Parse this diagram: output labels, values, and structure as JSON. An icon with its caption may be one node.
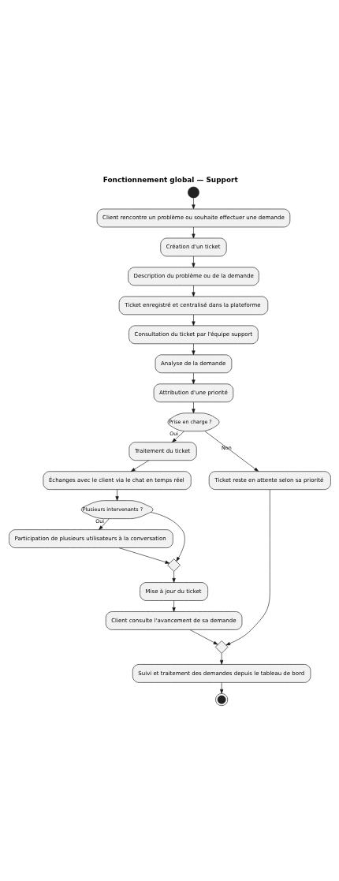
{
  "diagram": {
    "title": "Fonctionnement global — Support",
    "nodes": [
      {
        "text": [],
        "shape": "circle"
      },
      {
        "text": [
          "Client rencontre un problème ou souhaite effectuer une demande"
        ]
      },
      {
        "text": [
          "Création d'un ticket"
        ]
      },
      {
        "text": [
          "Description du problème ou de la demande"
        ]
      },
      {
        "text": [
          "Ticket enregistré et centralisé dans la plateforme"
        ]
      },
      {
        "text": [
          "Consultation du ticket par l'équipe support"
        ]
      },
      {
        "text": [
          "Analyse de la demande"
        ]
      },
      {
        "text": [
          "Attribution d'une priorité"
        ]
      },
      {
        "text": [
          "Prise en charge ?"
        ]
      },
      {
        "text": [
          "Traitement du ticket"
        ]
      },
      {
        "text": [
          "Ticket reste en attente selon sa priorité"
        ]
      },
      {
        "text": [
          "Échanges avec le client via le chat en temps réel"
        ]
      },
      {
        "text": [
          "Plusieurs intervenants ?"
        ]
      },
      {
        "text": [
          "Participation de plusieurs utilisateurs à la conversation"
        ]
      },
      {
        "text": [],
        "shape": "diamond"
      },
      {
        "text": [
          "Mise à jour du ticket"
        ]
      },
      {
        "text": [
          "Client consulte l'avancement de sa demande"
        ]
      },
      {
        "text": [],
        "shape": "diamond"
      },
      {
        "text": [
          "Suivi et traitement des demandes depuis le tableau de bord"
        ]
      },
      {
        "text": [],
        "shape": "circle"
      }
    ],
    "edges": [
      {
        "from": 0,
        "to": 1,
        "arrow": "to"
      },
      {
        "from": 1,
        "to": 2,
        "arrow": "to"
      },
      {
        "from": 2,
        "to": 3,
        "arrow": "to"
      },
      {
        "from": 3,
        "to": 4,
        "arrow": "to"
      },
      {
        "from": 4,
        "to": 5,
        "arrow": "to"
      },
      {
        "from": 5,
        "to": 6,
        "arrow": "to"
      },
      {
        "from": 6,
        "to": 7,
        "arrow": "to"
      },
      {
        "from": 7,
        "to": 8,
        "arrow": "to"
      },
      {
        "from": 8,
        "to": 9,
        "arrow": "to",
        "label": "Oui"
      },
      {
        "from": 8,
        "to": 10,
        "arrow": "to",
        "label": "Non"
      },
      {
        "from": 9,
        "to": 11,
        "arrow": "to"
      },
      {
        "from": 11,
        "to": 12,
        "arrow": "to"
      },
      {
        "from": 12,
        "to": 13,
        "arrow": "to",
        "label": "Oui"
      },
      {
        "from": 12,
        "to": 14,
        "arrow": "to"
      },
      {
        "from": 13,
        "to": 14,
        "arrow": "to"
      },
      {
        "from": 14,
        "to": 15,
        "arrow": "to"
      },
      {
        "from": 15,
        "to": 16,
        "arrow": "to"
      },
      {
        "from": 16,
        "to": 17,
        "arrow": "to"
      },
      {
        "from": 10,
        "to": 17,
        "arrow": "to"
      },
      {
        "from": 17,
        "to": 18,
        "arrow": "to"
      },
      {
        "from": 18,
        "to": 19,
        "arrow": "to"
      }
    ]
  }
}
